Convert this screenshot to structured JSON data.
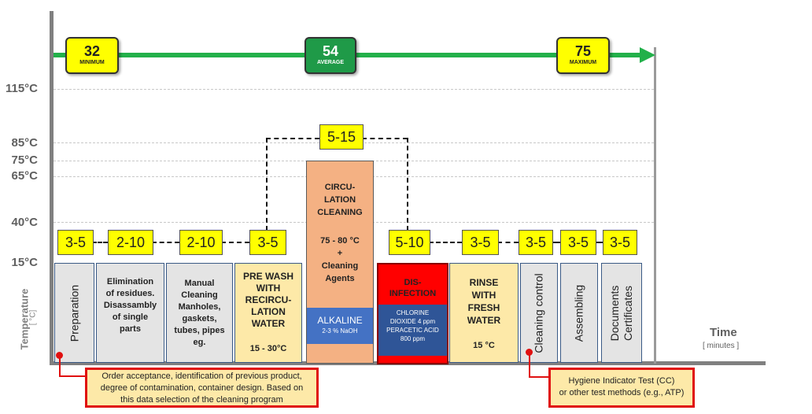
{
  "axes": {
    "y_title": "Temperature",
    "y_unit": "[ °C]",
    "x_title": "Time",
    "x_unit": "[ minutes ]",
    "temperatures": [
      "115°C",
      "85°C",
      "75°C",
      "65°C",
      "40°C",
      "15°C"
    ]
  },
  "timeline": {
    "minimum": {
      "value": "32",
      "label": "MINIMUM"
    },
    "average": {
      "value": "54",
      "label": "AVERAGE"
    },
    "maximum": {
      "value": "75",
      "label": "MAXIMUM"
    }
  },
  "durations": {
    "preparation": "3-5",
    "elimination": "2-10",
    "manual": "2-10",
    "prewash": "3-5",
    "circulation": "5-15",
    "disinfection": "5-10",
    "rinse": "3-5",
    "control": "3-5",
    "assembling": "3-5",
    "documents": "3-5"
  },
  "steps": {
    "preparation": "Preparation",
    "elimination": [
      "Elimination",
      "of residues.",
      "Disassambly",
      "of single",
      "parts"
    ],
    "manual": [
      "Manual",
      "Cleaning",
      "Manholes,",
      "gaskets,",
      "tubes, pipes",
      "eg."
    ],
    "prewash": [
      "PRE WASH",
      "WITH",
      "RECIRCU-",
      "LATION",
      "WATER"
    ],
    "prewash_temp": "15 - 30°C",
    "circulation": [
      "CIRCU-",
      "LATION",
      "CLEANING"
    ],
    "circulation_temp": "75 - 80 °C",
    "circulation_plus": "+",
    "circulation_agents": [
      "Cleaning",
      "Agents"
    ],
    "alkaline": "ALKALINE",
    "alkaline_sub": "2-3 % NaOH",
    "disinfection": [
      "DIS-",
      "INFECTION"
    ],
    "disinfection_agents": [
      "CHLORINE",
      "DIOXIDE 4 ppm",
      "PERACETIC ACID",
      "800 ppm"
    ],
    "rinse": [
      "RINSE",
      "WITH",
      "FRESH",
      "WATER"
    ],
    "rinse_temp": "15 °C",
    "control": "Cleaning control",
    "assembling": "Assembling",
    "documents": [
      "Documents",
      "Certificates"
    ]
  },
  "notes": {
    "order": [
      "Order acceptance, identification of previous product,",
      "degree of contamination, container design. Based on",
      "this data selection of the cleaning program"
    ],
    "hygiene": [
      "Hygiene Indicator Test (CC)",
      "or other test methods (e.g., ATP)"
    ]
  },
  "colors": {
    "timeline_green": "#22b04a",
    "duration_yellow": "#ffff00",
    "circulation_orange": "#f4b183",
    "alkaline_blue": "#4472c4",
    "disinfection_red": "#ff0000",
    "disinfection_navy": "#2f5597",
    "step_grey": "#e4e4e4",
    "step_cream": "#fde9a8",
    "note_border": "#e01010"
  }
}
